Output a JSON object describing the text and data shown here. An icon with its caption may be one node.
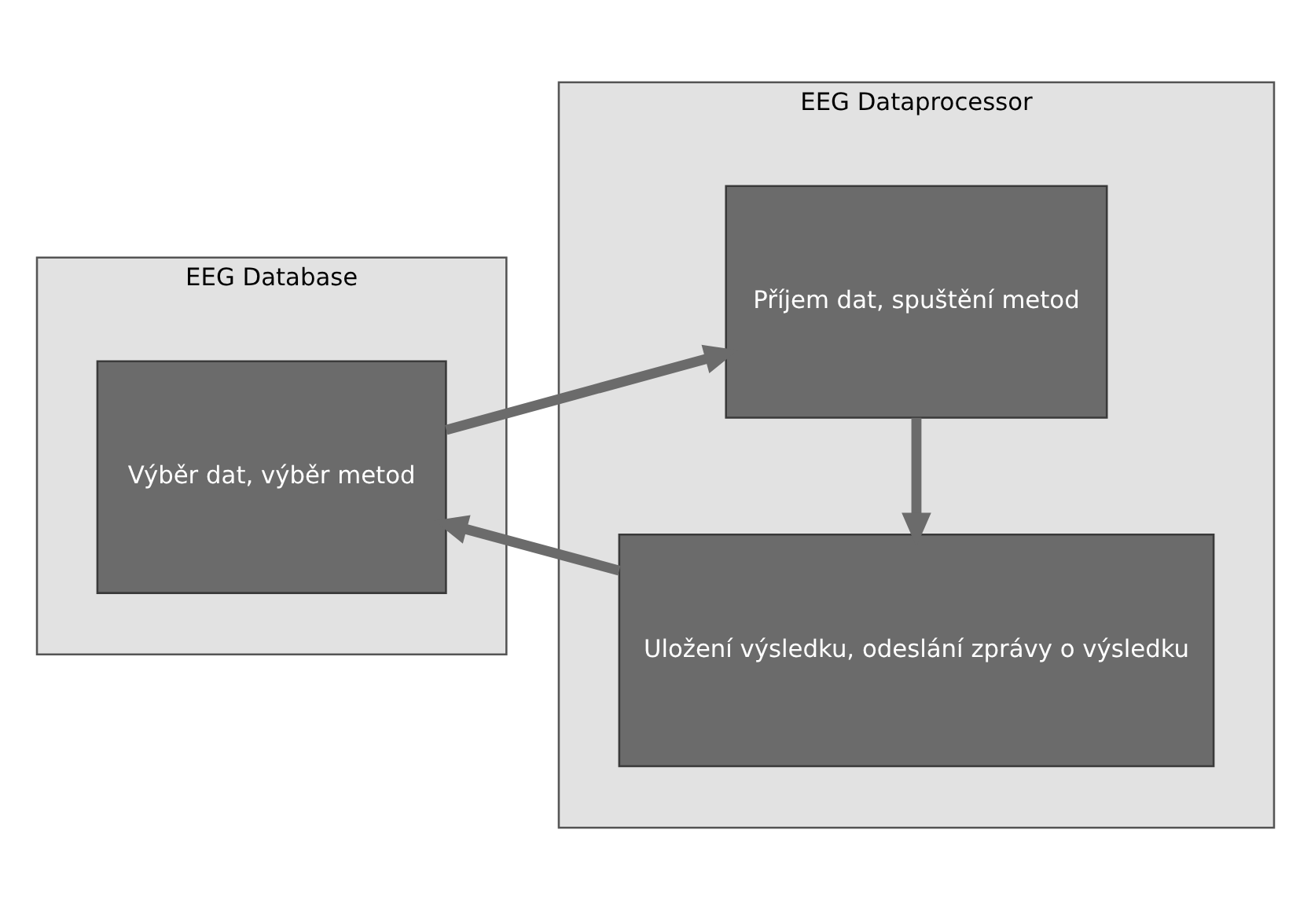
{
  "diagram": {
    "nodes": [
      {
        "text": [
          "EEG Database"
        ]
      },
      {
        "text": [
          "Výběr dat, výběr metod"
        ],
        "in": 0
      },
      {
        "text": [
          "EEG Dataprocessor"
        ]
      },
      {
        "text": [
          "Příjem dat, spuštění metod"
        ],
        "in": 2
      },
      {
        "text": [
          "Uložení výsledku, odeslání zprávy o výsledku"
        ],
        "in": 2
      }
    ],
    "edges": [
      {
        "from": 1,
        "to": 3,
        "arrow": "to"
      },
      {
        "from": 3,
        "to": 4,
        "arrow": "to"
      },
      {
        "from": 4,
        "to": 1,
        "arrow": "to"
      }
    ]
  }
}
